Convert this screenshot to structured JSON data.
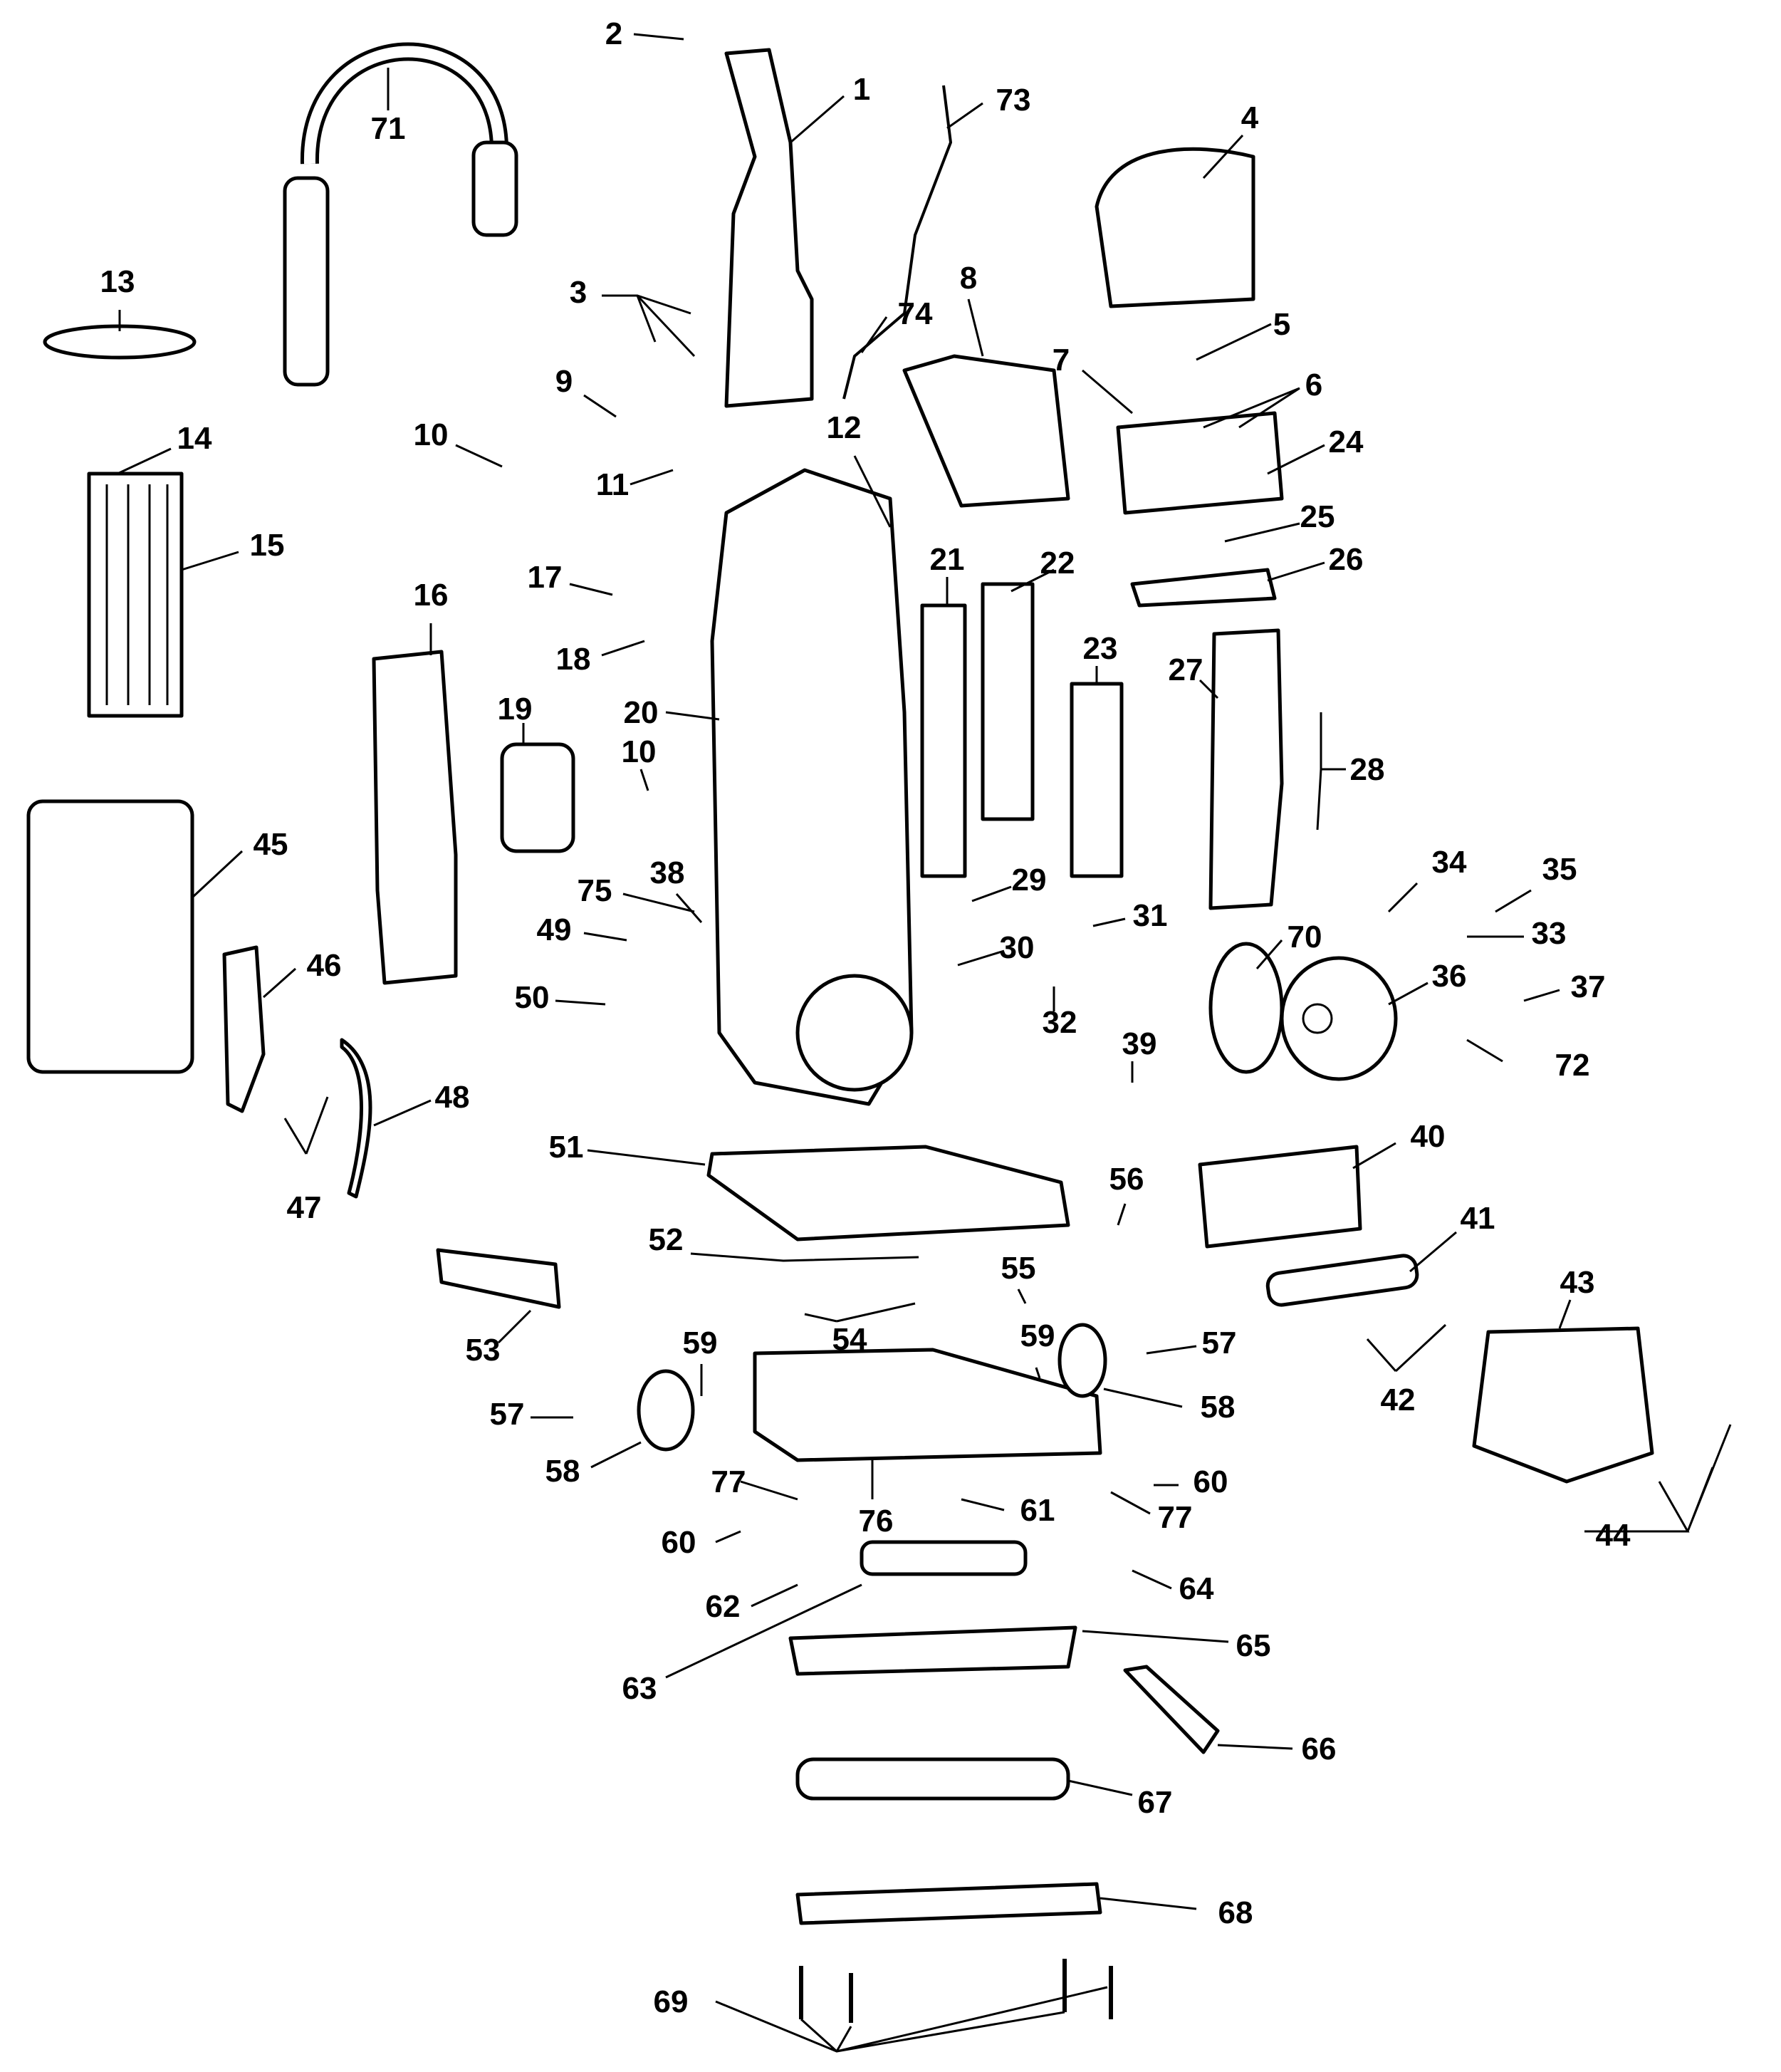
{
  "diagram": {
    "description_kind": "exploded-parts-view",
    "labels": [
      "1",
      "2",
      "3",
      "4",
      "5",
      "6",
      "7",
      "8",
      "9",
      "10",
      "11",
      "12",
      "13",
      "14",
      "15",
      "16",
      "17",
      "18",
      "19",
      "20",
      "21",
      "22",
      "23",
      "24",
      "25",
      "26",
      "27",
      "28",
      "29",
      "30",
      "31",
      "32",
      "33",
      "34",
      "35",
      "36",
      "37",
      "38",
      "39",
      "40",
      "41",
      "42",
      "43",
      "44",
      "45",
      "46",
      "47",
      "48",
      "49",
      "50",
      "51",
      "52",
      "53",
      "54",
      "55",
      "56",
      "57",
      "58",
      "59",
      "60",
      "61",
      "62",
      "63",
      "64",
      "65",
      "66",
      "67",
      "68",
      "69",
      "70",
      "71",
      "72",
      "73",
      "74",
      "75",
      "76",
      "77"
    ]
  }
}
